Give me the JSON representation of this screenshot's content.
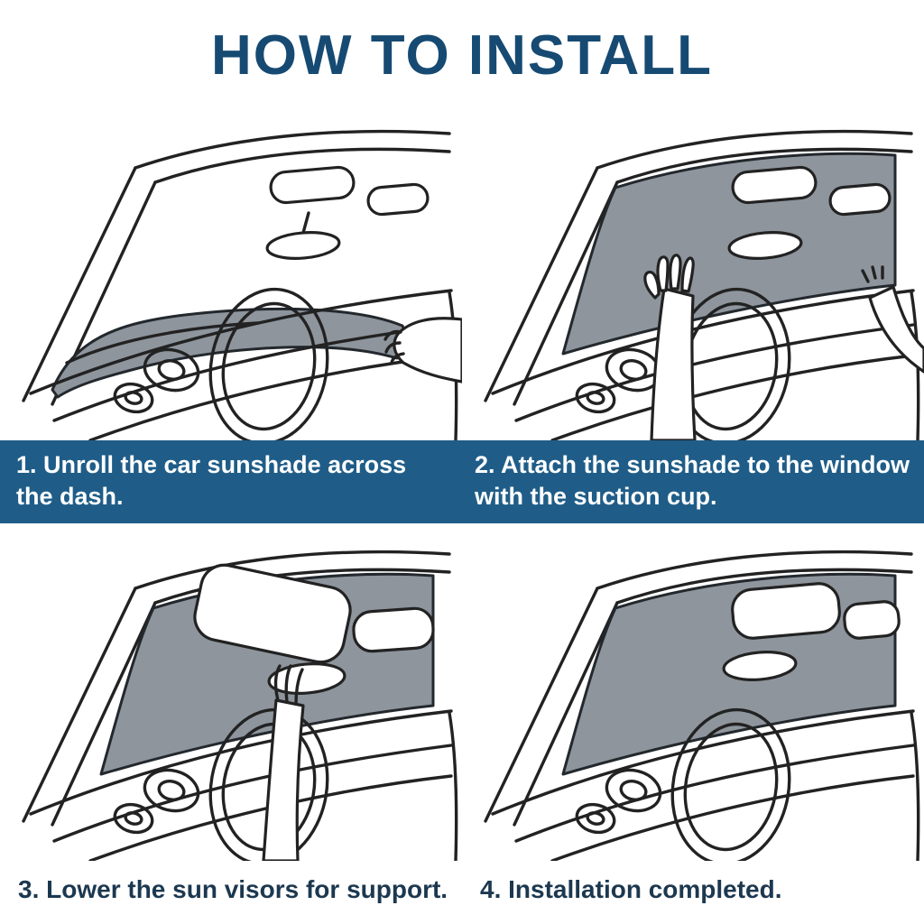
{
  "title": "HOW TO INSTALL",
  "colors": {
    "title_text": "#164a72",
    "banner_background": "#1f5d88",
    "banner_text": "#ffffff",
    "bottom_caption_text": "#1c3850",
    "sunshade_fill": "#8e959d",
    "line_art": "#222222"
  },
  "steps": [
    {
      "number": "1",
      "caption": "1. Unroll the car sunshade across the dash."
    },
    {
      "number": "2",
      "caption": "2. Attach the sunshade to the window with the suction cup."
    },
    {
      "number": "3",
      "caption": "3. Lower the sun visors for support."
    },
    {
      "number": "4",
      "caption": "4. Installation completed."
    }
  ]
}
